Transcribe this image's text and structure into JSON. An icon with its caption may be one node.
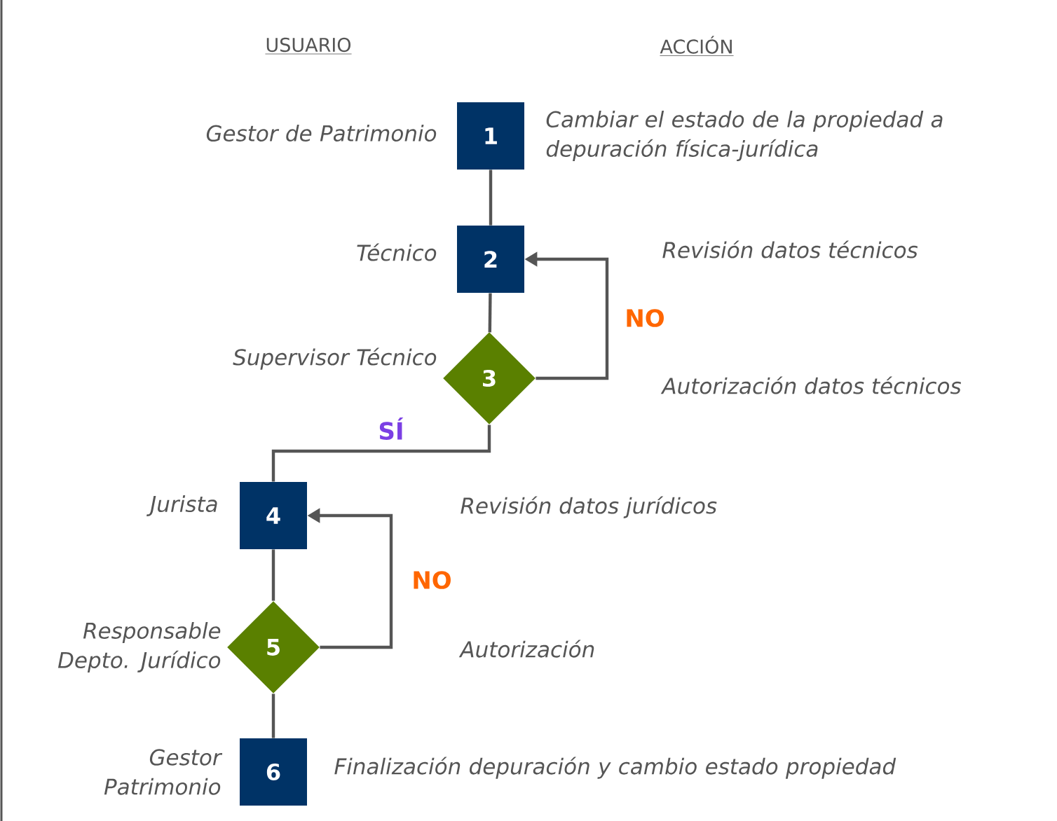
{
  "diagram": {
    "nodes": [
      {
        "text": [
          "1"
        ],
        "beside": [
          "Gestor de Patrimonio",
          "Cambiar el estado de la propiedad a depuración física-jurídica"
        ]
      },
      {
        "text": [
          "2"
        ],
        "beside": [
          "Técnico"
        ]
      },
      {
        "text": [
          "3"
        ],
        "beside": [
          "Supervisor Técnico"
        ]
      },
      {
        "text": [
          "4"
        ],
        "beside": [
          "Jurista"
        ]
      },
      {
        "text": [
          "5"
        ],
        "beside": [
          "Responsable Depto. Jurídico"
        ]
      },
      {
        "text": [
          "6"
        ],
        "beside": [
          "Gestor Patrimonio",
          "Finalización depuración y cambio estado propiedad"
        ]
      }
    ],
    "edges": [
      {
        "from": 0,
        "to": 1,
        "arrow": "none"
      },
      {
        "from": 1,
        "to": 2,
        "arrow": "none"
      },
      {
        "from": 2,
        "to": 1,
        "arrow": "to",
        "label": "NO"
      },
      {
        "from": 2,
        "to": 3,
        "arrow": "none",
        "label": "SÍ"
      },
      {
        "from": 3,
        "to": 4,
        "arrow": "none"
      },
      {
        "from": 4,
        "to": 3,
        "arrow": "to",
        "label": "NO"
      },
      {
        "from": 4,
        "to": 5,
        "arrow": "none"
      }
    ],
    "labels": [
      "USUARIO",
      "ACCIÓN",
      "Revisión datos técnicos",
      "Autorización datos técnicos",
      "Revisión datos jurídicos",
      "Autorización"
    ]
  }
}
